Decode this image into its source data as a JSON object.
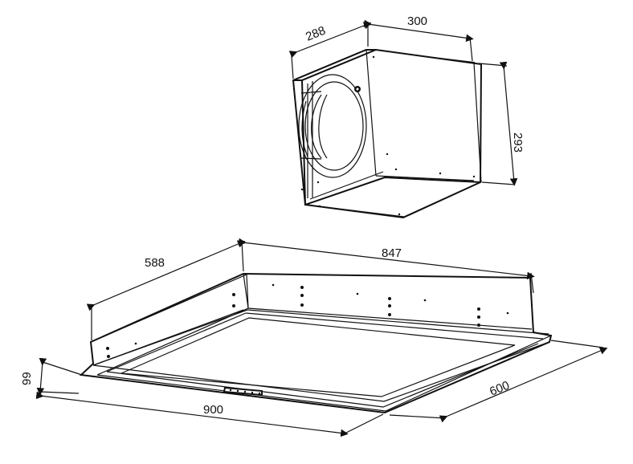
{
  "dimensions": {
    "fan_depth": "288",
    "fan_width": "300",
    "fan_height": "293",
    "hood_inner_depth": "588",
    "hood_inner_width": "847",
    "hood_height": "99",
    "hood_width": "900",
    "hood_depth": "600"
  },
  "colors": {
    "line": "#111111",
    "background": "#ffffff"
  }
}
